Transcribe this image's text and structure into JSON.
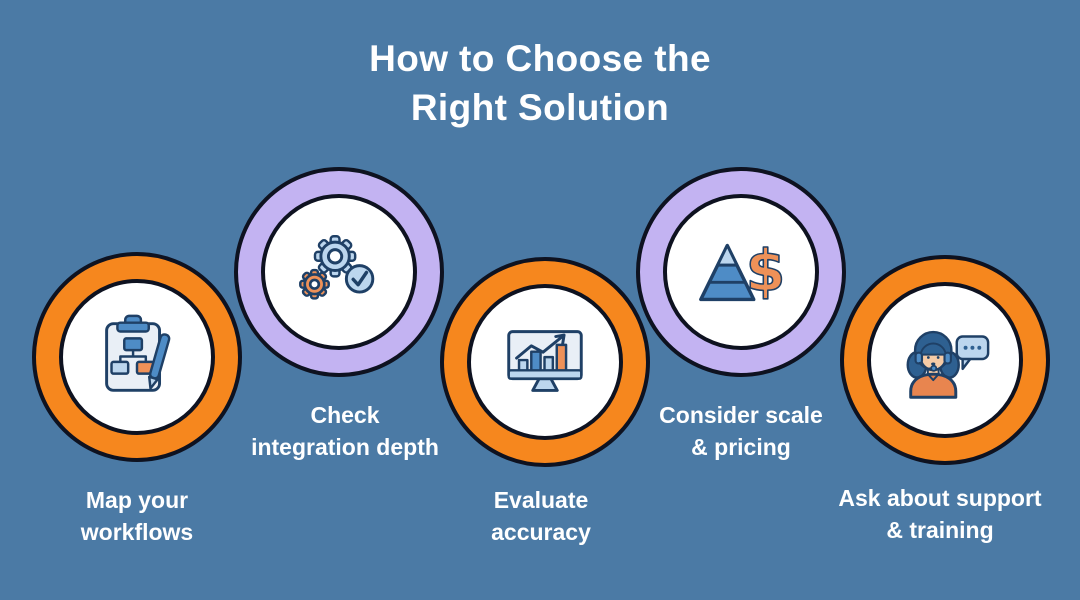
{
  "title": {
    "line1": "How to Choose the",
    "line2": "Right Solution"
  },
  "steps": [
    {
      "label_line1": "Map your",
      "label_line2": "workflows",
      "icon": "clipboard-flowchart",
      "ring_color": "orange"
    },
    {
      "label_line1": "Check",
      "label_line2": "integration depth",
      "icon": "gears-checkmark",
      "ring_color": "purple"
    },
    {
      "label_line1": "Evaluate",
      "label_line2": "accuracy",
      "icon": "monitor-bar-chart",
      "ring_color": "orange"
    },
    {
      "label_line1": "Consider scale",
      "label_line2": "& pricing",
      "icon": "pyramid-dollar",
      "ring_color": "purple"
    },
    {
      "label_line1": "Ask about support",
      "label_line2": "& training",
      "icon": "support-agent",
      "ring_color": "orange"
    }
  ],
  "palette": {
    "background": "#4B7AA5",
    "ring_orange": "#F6871E",
    "ring_purple": "#C3B3F2",
    "outline": "#0E1220",
    "circle_fill": "#FFFFFF",
    "text": "#FFFFFF",
    "icon_blue": "#4E8CC6",
    "icon_light_blue": "#BCD6EE",
    "icon_pale": "#E9EFF6",
    "icon_navy": "#1F4066",
    "icon_orange": "#EE9158",
    "icon_orange_dark": "#E8854F",
    "icon_skin": "#F6CBA6",
    "icon_hair": "#2E6091"
  }
}
